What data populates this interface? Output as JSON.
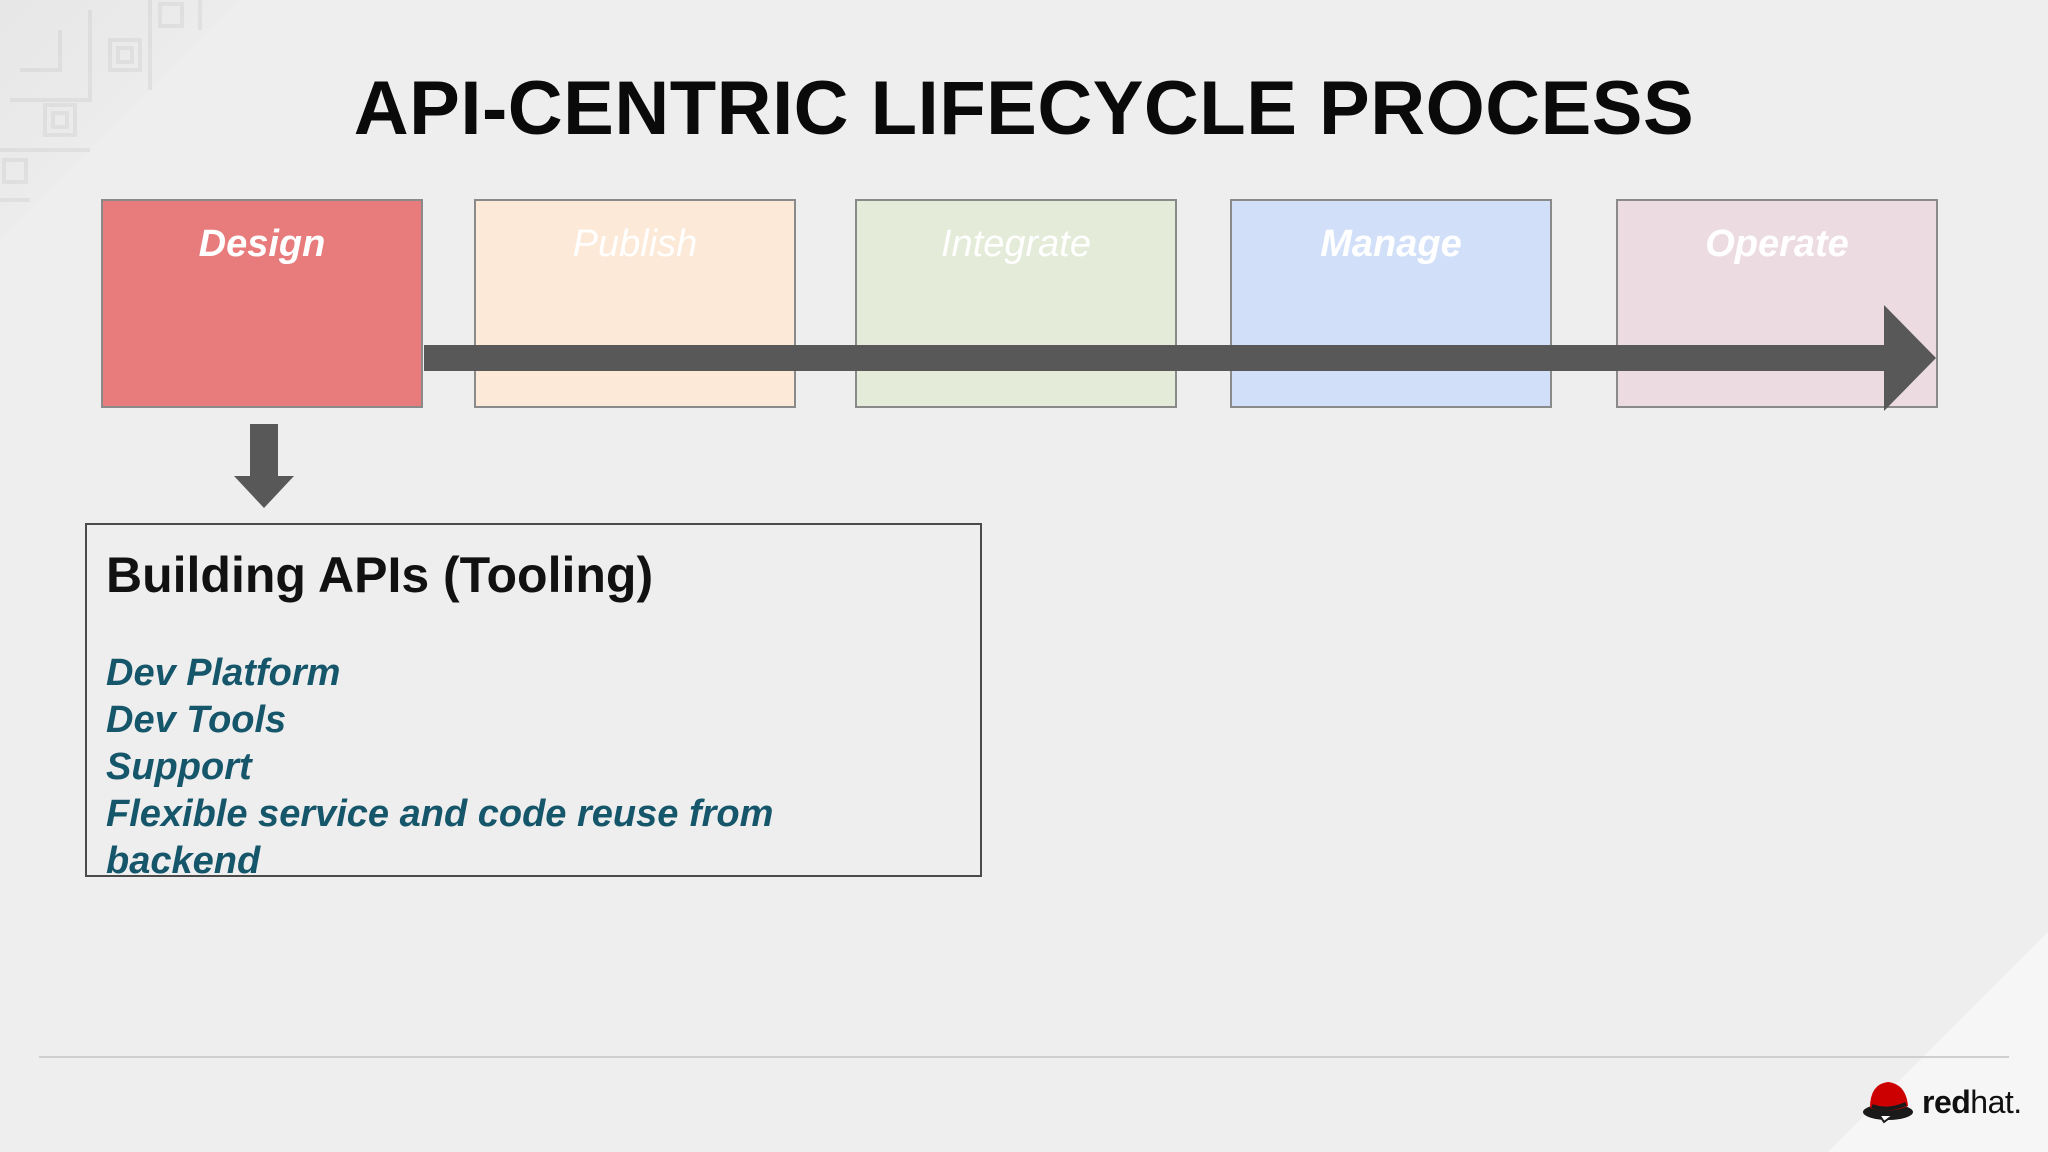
{
  "slide": {
    "title": "API-CENTRIC LIFECYCLE PROCESS"
  },
  "stages": [
    {
      "label": "Design",
      "color": "#e87b7b",
      "highlighted": true
    },
    {
      "label": "Publish",
      "color": "#fde9d7",
      "highlighted": false
    },
    {
      "label": "Integrate",
      "color": "#e4ebd8",
      "highlighted": false
    },
    {
      "label": "Manage",
      "color": "#d1e0f8",
      "highlighted": false
    },
    {
      "label": "Operate",
      "color": "#ecdce1",
      "highlighted": false
    }
  ],
  "arrow_color": "#585858",
  "detail": {
    "title": "Building APIs (Tooling)",
    "items": [
      "Dev Platform",
      "Dev Tools",
      "Support",
      "Flexible service and code reuse from backend"
    ]
  },
  "logo": {
    "word_red": "red",
    "word_hat": "hat.",
    "hat_color": "#cc0000"
  }
}
